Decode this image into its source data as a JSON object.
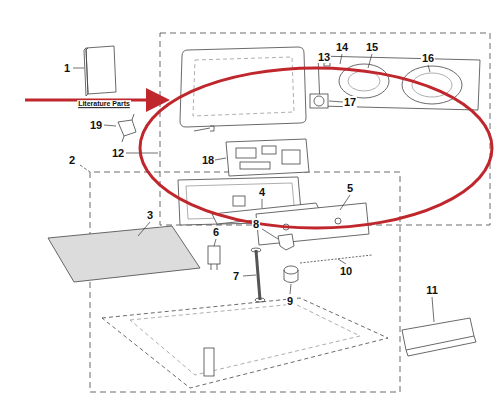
{
  "diagram": {
    "labels": [
      "1",
      "Literature Parts",
      "2",
      "3",
      "4",
      "5",
      "6",
      "7",
      "8",
      "9",
      "10",
      "11",
      "12",
      "13",
      "14",
      "15",
      "16",
      "17",
      "18",
      "19"
    ]
  }
}
